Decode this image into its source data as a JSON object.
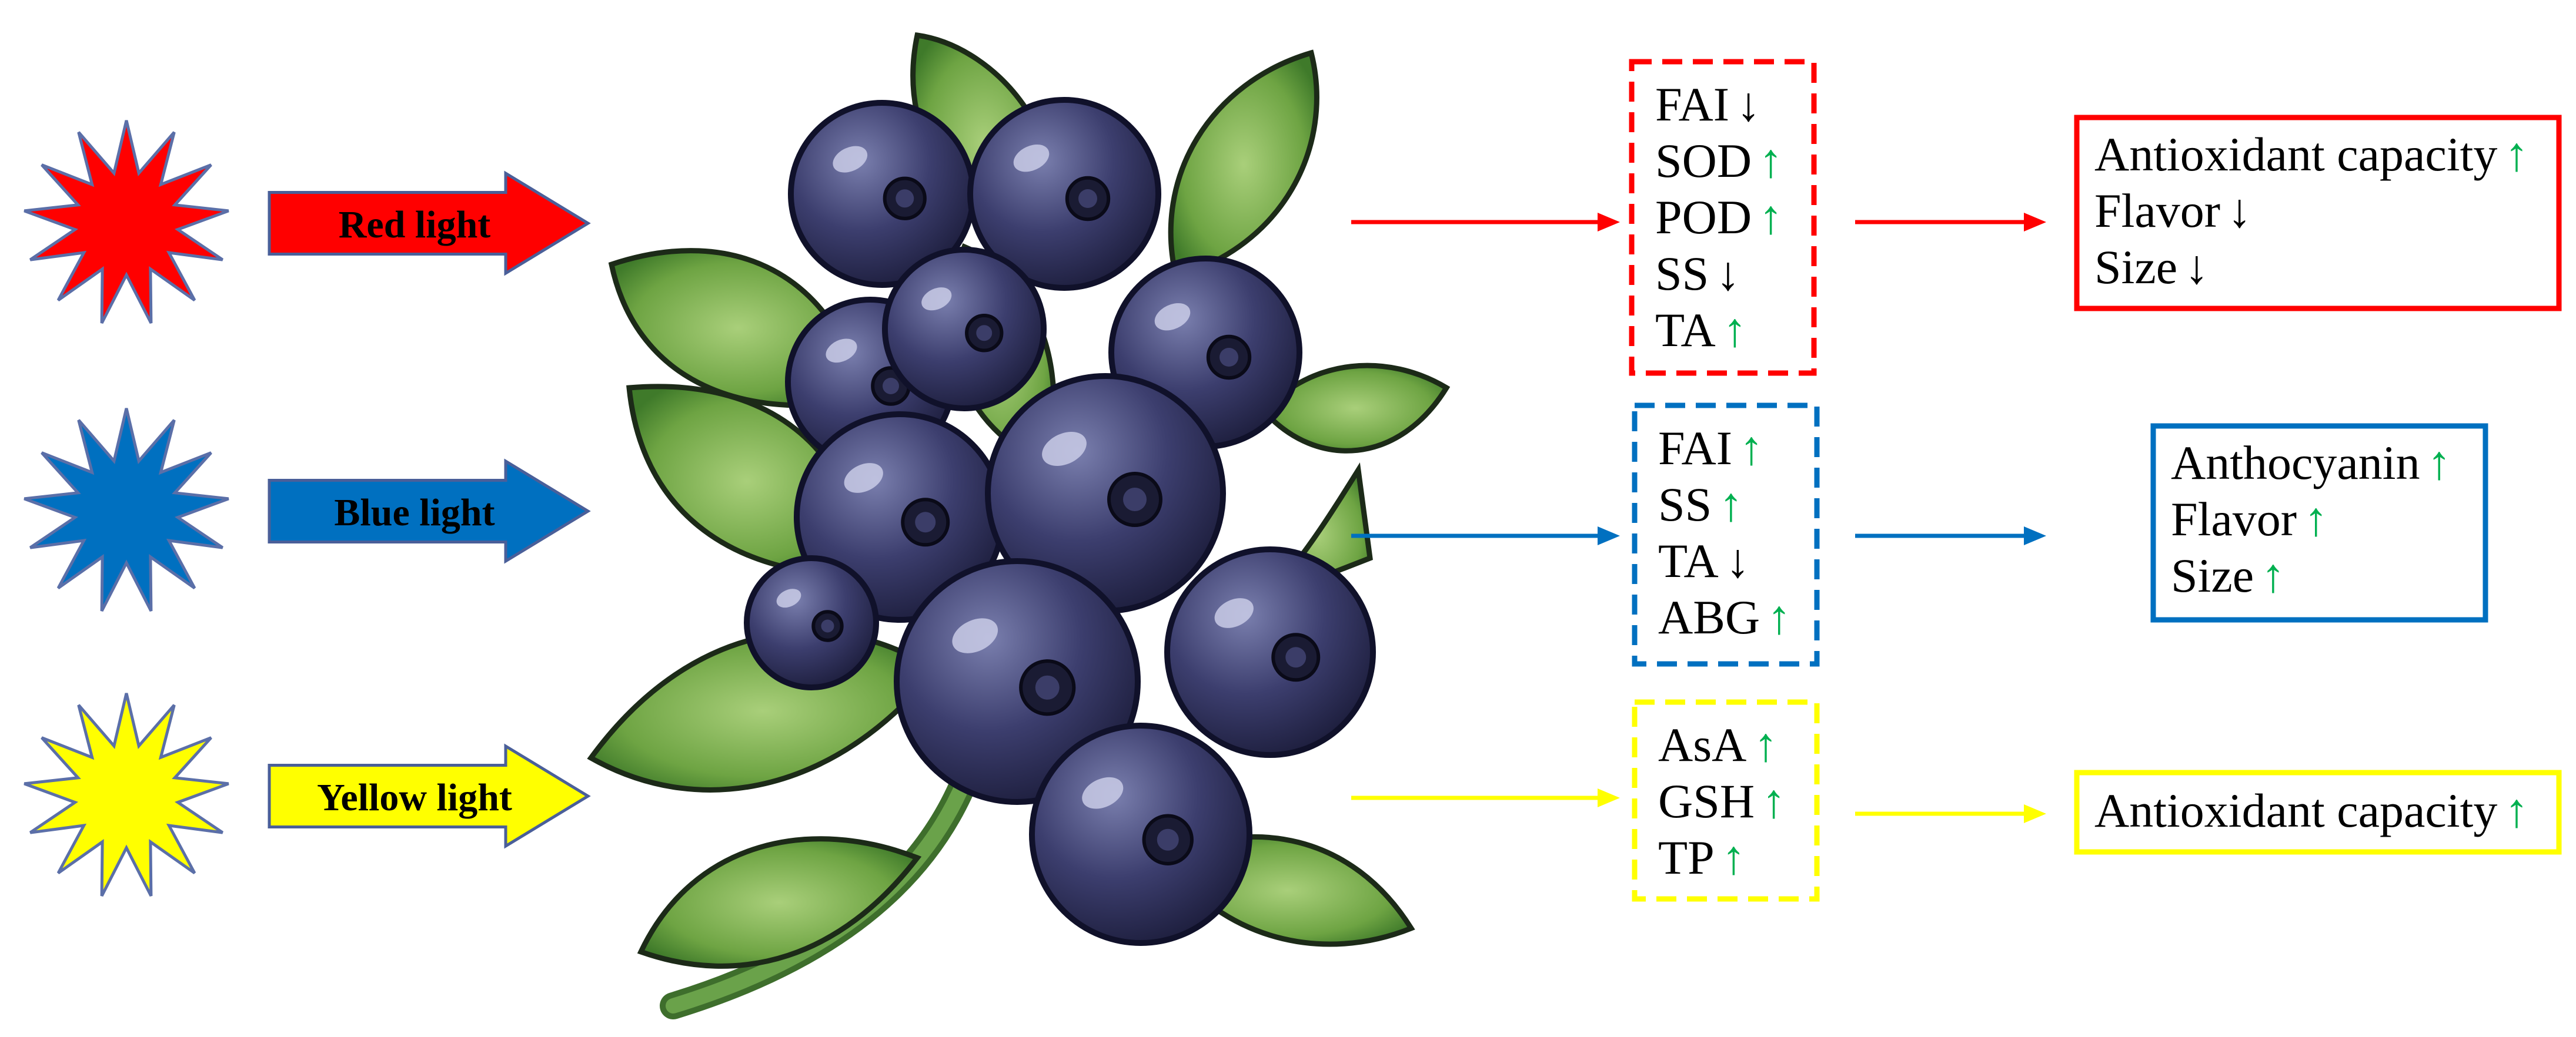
{
  "colors": {
    "red": "#ff0000",
    "blue": "#0070c0",
    "yellow": "#ffff00",
    "up": "#00b050",
    "down": "#000000"
  },
  "icons": {
    "up": "up-arrow-icon",
    "down": "down-arrow-icon",
    "light": "starburst-icon",
    "fruit": "blueberry-cluster-icon"
  },
  "lights": [
    {
      "label": "Red light",
      "color": "#ff0000"
    },
    {
      "label": "Blue light",
      "color": "#0070c0"
    },
    {
      "label": "Yellow light",
      "color": "#ffff00"
    }
  ],
  "indicator_groups": [
    {
      "light": "Red light",
      "border": "#ff0000",
      "items": [
        {
          "text": "FAI",
          "trend": "down"
        },
        {
          "text": "SOD",
          "trend": "up"
        },
        {
          "text": "POD",
          "trend": "up"
        },
        {
          "text": "SS",
          "trend": "down"
        },
        {
          "text": "TA",
          "trend": "up"
        }
      ]
    },
    {
      "light": "Blue light",
      "border": "#0070c0",
      "items": [
        {
          "text": "FAI",
          "trend": "up"
        },
        {
          "text": "SS",
          "trend": "up"
        },
        {
          "text": "TA",
          "trend": "down"
        },
        {
          "text": "ABG",
          "trend": "up"
        }
      ]
    },
    {
      "light": "Yellow light",
      "border": "#ffff00",
      "items": [
        {
          "text": "AsA",
          "trend": "up"
        },
        {
          "text": "GSH",
          "trend": "up"
        },
        {
          "text": "TP",
          "trend": "up"
        }
      ]
    }
  ],
  "outcome_groups": [
    {
      "light": "Red light",
      "border": "#ff0000",
      "items": [
        {
          "text": "Antioxidant capacity",
          "trend": "up"
        },
        {
          "text": "Flavor",
          "trend": "down"
        },
        {
          "text": "Size",
          "trend": "down"
        }
      ]
    },
    {
      "light": "Blue light",
      "border": "#0070c0",
      "items": [
        {
          "text": "Anthocyanin",
          "trend": "up"
        },
        {
          "text": "Flavor",
          "trend": "up"
        },
        {
          "text": "Size",
          "trend": "up"
        }
      ]
    },
    {
      "light": "Yellow light",
      "border": "#ffff00",
      "items": [
        {
          "text": "Antioxidant capacity",
          "trend": "up"
        }
      ]
    }
  ]
}
